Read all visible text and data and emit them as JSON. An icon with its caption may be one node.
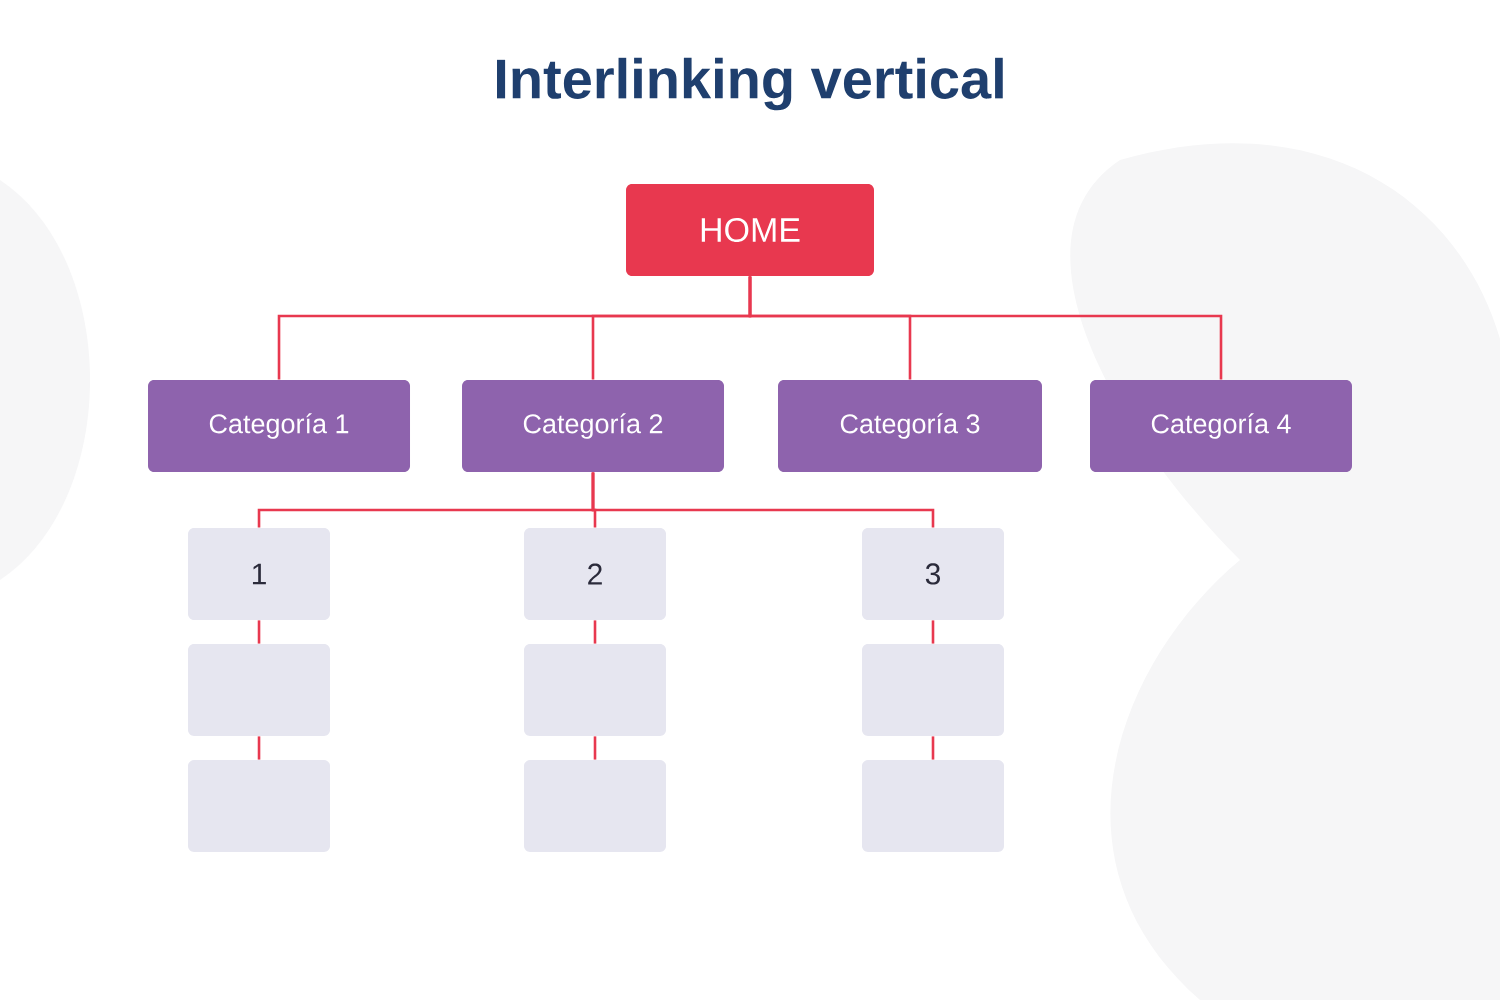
{
  "diagram": {
    "title": "Interlinking vertical",
    "nodes": [
      {
        "text": [
          "HOME"
        ]
      },
      {
        "text": [
          "Categoría 1"
        ]
      },
      {
        "text": [
          "Categoría 2"
        ]
      },
      {
        "text": [
          "Categoría 3"
        ]
      },
      {
        "text": [
          "Categoría 4"
        ]
      },
      {
        "text": [
          "1"
        ]
      },
      {
        "text": [
          "2"
        ]
      },
      {
        "text": [
          "3"
        ]
      },
      {
        "text": [],
        "shape": "box"
      },
      {
        "text": [],
        "shape": "box"
      },
      {
        "text": [],
        "shape": "box"
      },
      {
        "text": [],
        "shape": "box"
      },
      {
        "text": [],
        "shape": "box"
      },
      {
        "text": [],
        "shape": "box"
      }
    ],
    "edges": [
      {
        "from": 0,
        "to": 1,
        "arrow": "none"
      },
      {
        "from": 0,
        "to": 2,
        "arrow": "none"
      },
      {
        "from": 0,
        "to": 3,
        "arrow": "none"
      },
      {
        "from": 0,
        "to": 4,
        "arrow": "none"
      },
      {
        "from": 2,
        "to": 5,
        "arrow": "none"
      },
      {
        "from": 2,
        "to": 6,
        "arrow": "none"
      },
      {
        "from": 2,
        "to": 7,
        "arrow": "none"
      },
      {
        "from": 5,
        "to": 8,
        "arrow": "none"
      },
      {
        "from": 8,
        "to": 11,
        "arrow": "none"
      },
      {
        "from": 6,
        "to": 9,
        "arrow": "none"
      },
      {
        "from": 9,
        "to": 12,
        "arrow": "none"
      },
      {
        "from": 7,
        "to": 10,
        "arrow": "none"
      },
      {
        "from": 10,
        "to": 13,
        "arrow": "none"
      }
    ]
  }
}
